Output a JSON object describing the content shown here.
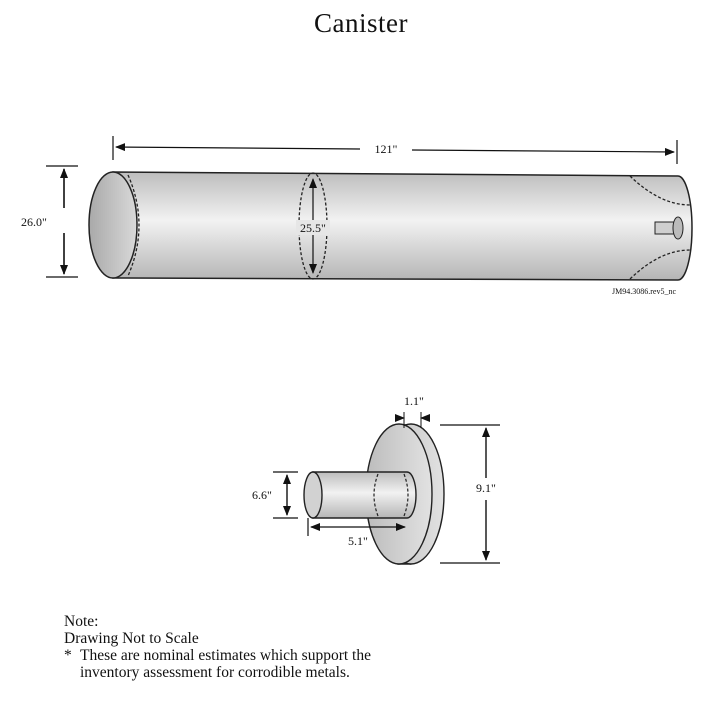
{
  "title": "Canister",
  "canister": {
    "length_label": "121\"",
    "diameter_label": "26.0\"",
    "inner_diameter_label": "25.5\"",
    "drawing_ref": "JM94.3086.rev5_nc"
  },
  "plug": {
    "thickness_label": "1.1\"",
    "flange_diameter_label": "9.1\"",
    "shaft_diameter_label": "6.6\"",
    "shaft_length_label": "5.1\""
  },
  "note": {
    "heading": "Note:",
    "line1": "Drawing Not to Scale",
    "bullet": "*",
    "line2": "These are nominal estimates which support the",
    "line3": "inventory assessment for corrodible metals."
  },
  "colors": {
    "ink": "#111111",
    "body_shade": "#c8c8c8",
    "body_light": "#f0f0f0"
  }
}
